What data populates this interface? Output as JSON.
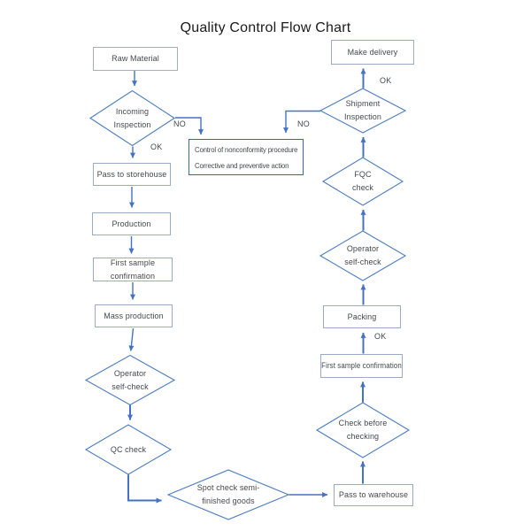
{
  "title": "Quality Control Flow Chart",
  "colors": {
    "connector": "#4472c4",
    "diamond_border": "#4d7cc0",
    "box_border": "#9cabc4",
    "nonconformity_border": "#3a62ad",
    "text": "#45484c"
  },
  "nodes": {
    "raw_material": {
      "label": "Raw Material",
      "type": "process"
    },
    "incoming_inspection": {
      "label": "Incoming\nInspection",
      "type": "decision"
    },
    "pass_to_storehouse": {
      "label": "Pass to storehouse",
      "type": "process"
    },
    "production": {
      "label": "Production",
      "type": "process"
    },
    "first_sample_confirmation_left": {
      "label": "First sample\nconfirmation",
      "type": "process"
    },
    "mass_production": {
      "label": "Mass production",
      "type": "process"
    },
    "operator_self_check_left": {
      "label": "Operator\nself-check",
      "type": "decision"
    },
    "qc_check": {
      "label": "QC check",
      "type": "decision"
    },
    "spot_check_semi_finished": {
      "label": "Spot check semi-\nfinished goods",
      "type": "decision"
    },
    "pass_to_warehouse": {
      "label": "Pass to warehouse",
      "type": "process"
    },
    "check_before_checking": {
      "label": "Check before\nchecking",
      "type": "decision"
    },
    "first_sample_confirmation_right": {
      "label": "First sample confirmation",
      "type": "process"
    },
    "packing": {
      "label": "Packing",
      "type": "process"
    },
    "operator_self_check_right": {
      "label": "Operator\nself-check",
      "type": "decision"
    },
    "fqc_check": {
      "label": "FQC\ncheck",
      "type": "decision"
    },
    "shipment_inspection": {
      "label": "Shipment\nInspection",
      "type": "decision"
    },
    "make_delivery": {
      "label": "Make delivery",
      "type": "process"
    },
    "nonconformity": {
      "label_line1": "Control of nonconformity procedure",
      "label_line2": "Corrective and preventive action",
      "type": "process"
    }
  },
  "edge_labels": {
    "incoming_ok": "OK",
    "incoming_no": "NO",
    "shipment_no": "NO",
    "first_sample_ok": "OK",
    "shipment_ok": "OK"
  }
}
